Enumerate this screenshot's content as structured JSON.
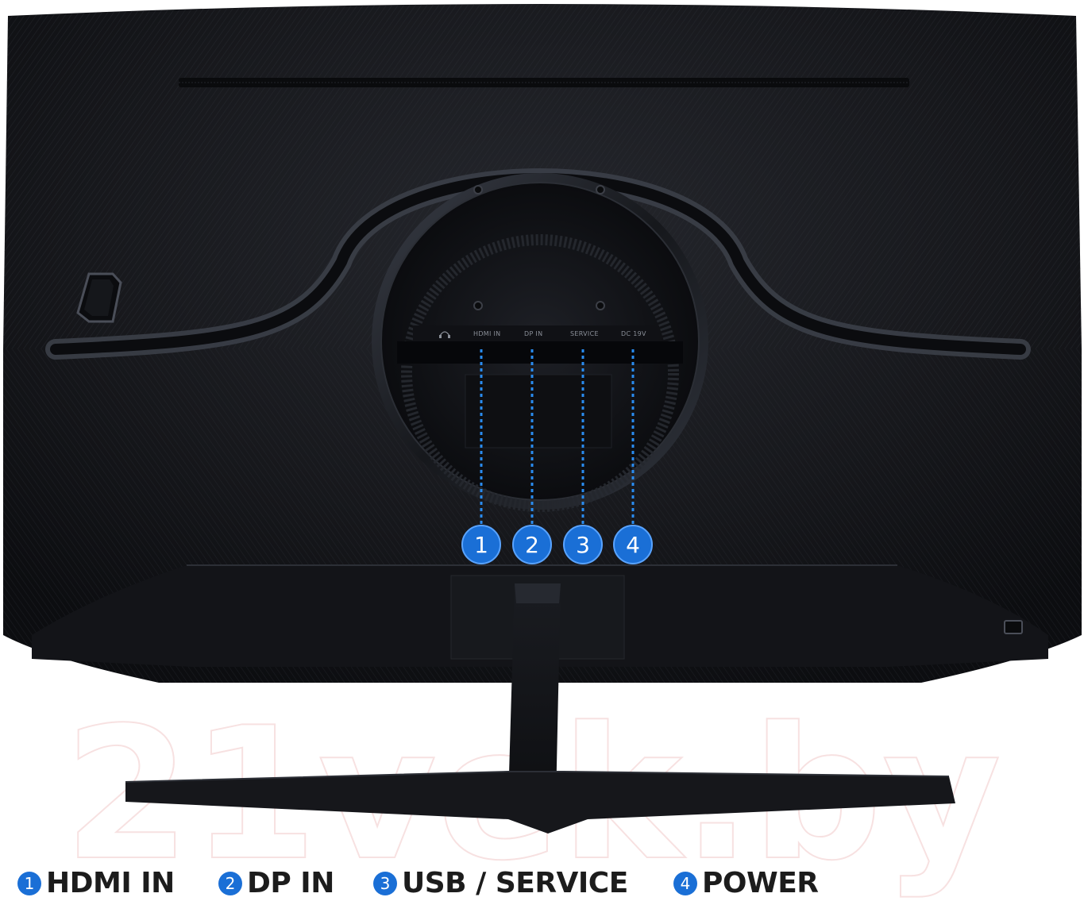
{
  "ports_panel": {
    "labels": [
      "HDMI IN",
      "DP IN",
      "SERVICE",
      "DC 19V"
    ]
  },
  "callouts": [
    {
      "number": "1",
      "name": "HDMI IN"
    },
    {
      "number": "2",
      "name": "DP IN"
    },
    {
      "number": "3",
      "name": "USB / SERVICE"
    },
    {
      "number": "4",
      "name": "POWER"
    }
  ],
  "watermark": "21vek.by",
  "colors": {
    "accent_blue": "#1a6fd6",
    "monitor_body": "#121317",
    "legend_text": "#1c1c1c"
  }
}
